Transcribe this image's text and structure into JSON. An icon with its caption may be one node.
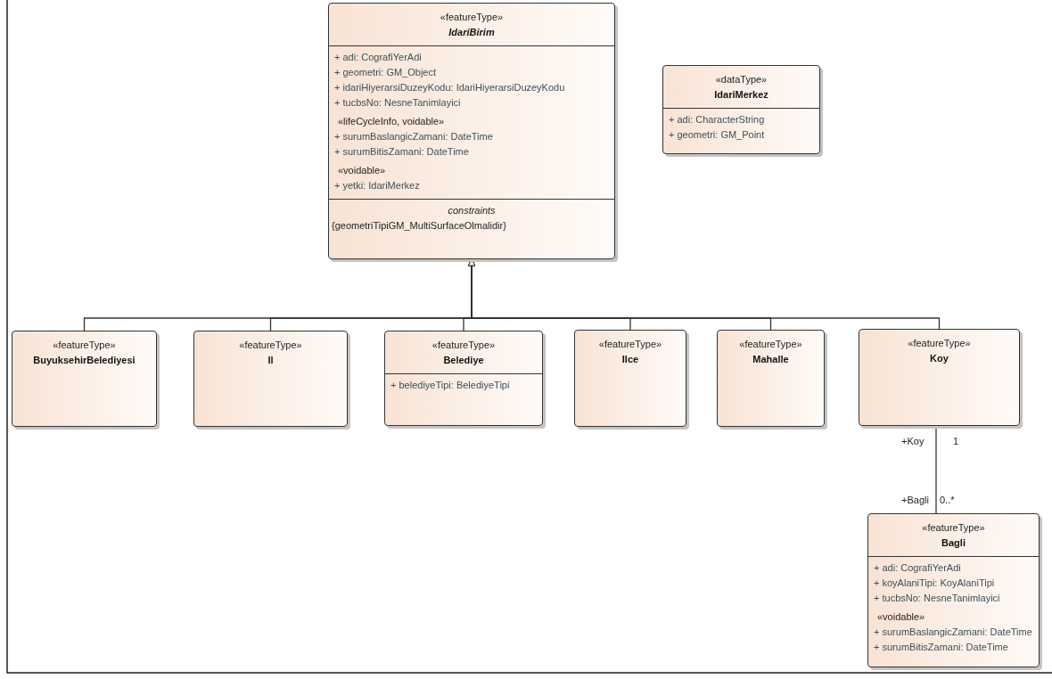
{
  "diagram": {
    "nodes": [
      {
        "text": [
          "«featureType»",
          "IdariBirim",
          "+ adi: CografiYerAdi",
          "+ geometri: GM_Object",
          "+ idariHiyerarsiDuzeyKodu: IdariHiyerarsiDuzeyKodu",
          "+ tucbsNo: NesneTanimlayici",
          "«lifeCycleInfo, voidable»",
          "+ surumBaslangicZamani: DateTime",
          "+ surumBitisZamani: DateTime",
          "«voidable»",
          "+ yetki: IdariMerkez",
          "constraints",
          "{geometriTipiGM_MultiSurfaceOlmalidir}"
        ]
      },
      {
        "text": [
          "«dataType»",
          "IdariMerkez",
          "+ adi: CharacterString",
          "+ geometri: GM_Point"
        ]
      },
      {
        "text": [
          "«featureType»",
          "BuyuksehirBelediyesi"
        ]
      },
      {
        "text": [
          "«featureType»",
          "Il"
        ]
      },
      {
        "text": [
          "«featureType»",
          "Belediye",
          "+ belediyeTipi: BelediyeTipi"
        ]
      },
      {
        "text": [
          "«featureType»",
          "Ilce"
        ]
      },
      {
        "text": [
          "«featureType»",
          "Mahalle"
        ]
      },
      {
        "text": [
          "«featureType»",
          "Koy"
        ]
      },
      {
        "text": [
          "«featureType»",
          "Bagli",
          "+ adi: CografiYerAdi",
          "+ koyAlaniTipi: KoyAlaniTipi",
          "+ tucbsNo: NesneTanimlayici",
          "«voidable»",
          "+ surumBaslangicZamani: DateTime",
          "+ surumBitisZamani: DateTime"
        ]
      }
    ],
    "edges": [
      {
        "from": 2,
        "to": 0,
        "arrow": "to"
      },
      {
        "from": 3,
        "to": 0,
        "arrow": "to"
      },
      {
        "from": 4,
        "to": 0,
        "arrow": "to"
      },
      {
        "from": 5,
        "to": 0,
        "arrow": "to"
      },
      {
        "from": 6,
        "to": 0,
        "arrow": "to"
      },
      {
        "from": 7,
        "to": 0,
        "arrow": "to"
      },
      {
        "from": 7,
        "to": 8,
        "arrow": "none"
      }
    ],
    "labels": [
      "+Koy",
      "1",
      "+Bagli",
      "0..*"
    ]
  }
}
